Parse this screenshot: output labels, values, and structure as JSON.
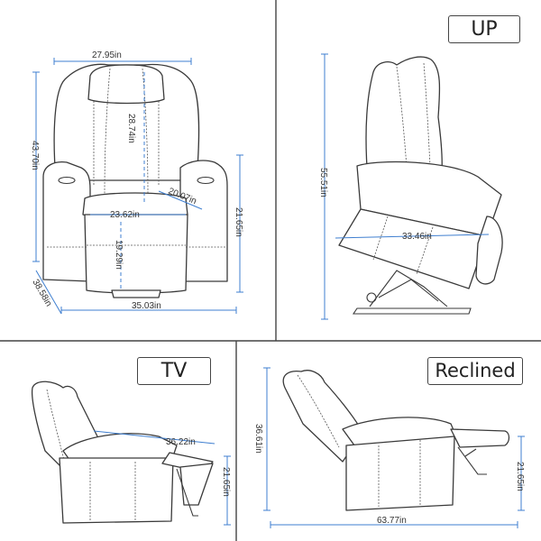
{
  "panels": {
    "up": {
      "label": "UP"
    },
    "tv": {
      "label": "TV"
    },
    "reclined": {
      "label": "Reclined"
    }
  },
  "dimensions": {
    "front": {
      "width": "27.95in",
      "height": "43.70in",
      "back_height": "28.74in",
      "seat_depth": "20.07in",
      "seat_width": "23.62in",
      "arm_height": "21.65in",
      "seat_height": "19.29in",
      "side_depth": "38.58in",
      "total_width": "35.03in"
    },
    "up": {
      "height": "55.51in",
      "depth": "33.46in"
    },
    "tv": {
      "length": "36.22in",
      "height": "21.65in"
    },
    "reclined": {
      "height": "36.61in",
      "leg_height": "21.65in",
      "length": "63.77in"
    }
  },
  "colors": {
    "dimension_line": "#3f7fd0",
    "outline": "#3a3a3a",
    "divider": "#444444"
  }
}
